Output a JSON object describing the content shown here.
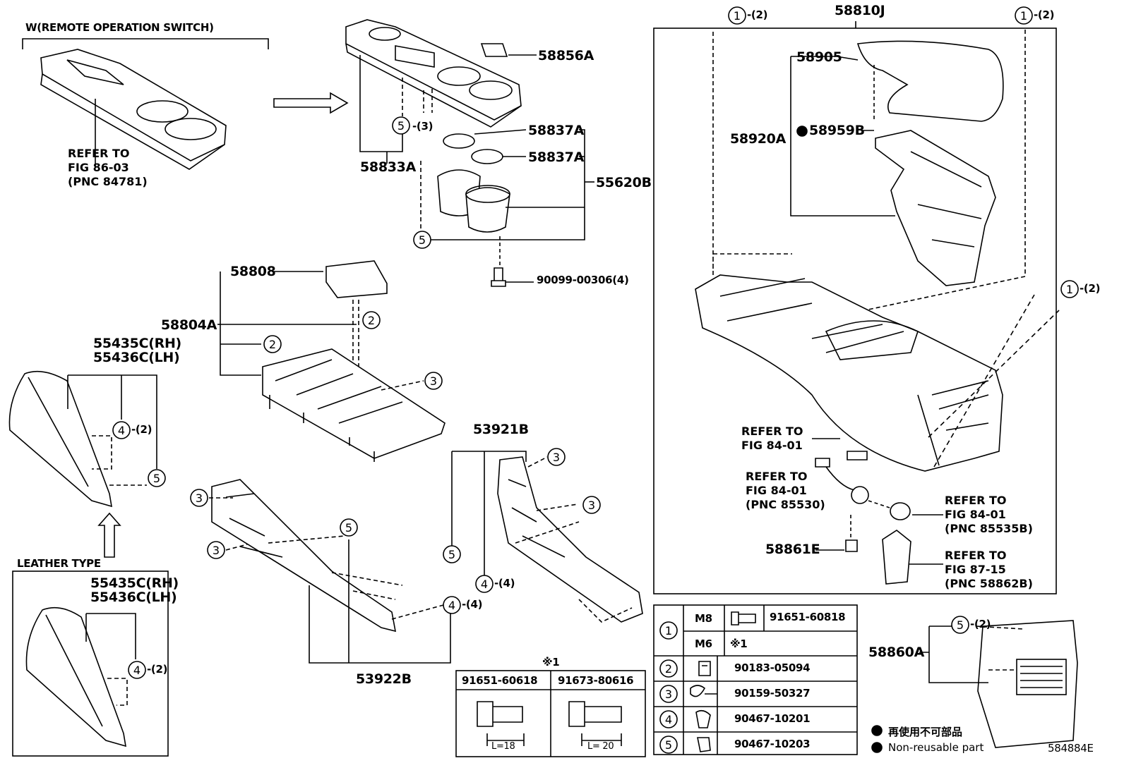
{
  "diagram": {
    "id": "584884E",
    "remote_switch_title": "W(REMOTE OPERATION SWITCH)",
    "leather_type_title": "LEATHER TYPE",
    "note_mark": "※1",
    "parts": {
      "p58856A": "58856A",
      "p58833A": "58833A",
      "p58837A_1": "58837A",
      "p58837A_2": "58837A",
      "p55620B": "55620B",
      "p90099": "90099-00306(4)",
      "p58808": "58808",
      "p58804A": "58804A",
      "p55435C": "55435C(RH)",
      "p55436C": "55436C(LH)",
      "p55435C_b": "55435C(RH)",
      "p55436C_b": "55436C(LH)",
      "p53921B": "53921B",
      "p53922B": "53922B",
      "p58810J": "58810J",
      "p58905": "58905",
      "p58920A": "58920A",
      "p58959B": "58959B",
      "p58861E": "58861E",
      "p58860A": "58860A"
    },
    "refs": {
      "r8603": "REFER TO\nFIG 86-03\n(PNC 84781)",
      "r8401a": "REFER TO\nFIG 84-01",
      "r8401b": "REFER TO\nFIG 84-01\n(PNC 85530)",
      "r8401c": "REFER TO\nFIG 84-01\n(PNC 85535B)",
      "r8715": "REFER TO\nFIG 87-15\n(PNC 58862B)"
    },
    "callout_counts": {
      "c2": "-(2)",
      "c3": "-(3)",
      "c4": "-(4)"
    },
    "fastener_table": [
      {
        "num": "1",
        "size": "M8",
        "part": "91651-60818"
      },
      {
        "num": "",
        "size": "M6",
        "part": "※1"
      },
      {
        "num": "2",
        "size": "",
        "part": "90183-05094"
      },
      {
        "num": "3",
        "size": "",
        "part": "90159-50327"
      },
      {
        "num": "4",
        "size": "",
        "part": "90467-10201"
      },
      {
        "num": "5",
        "size": "",
        "part": "90467-10203"
      }
    ],
    "note_table": {
      "mark": "※1",
      "col1": "91651-60618",
      "col2": "91673-80616",
      "len1": "L=18",
      "len2": "L= 20"
    },
    "legend": {
      "line1": "再使用不可部品",
      "line2": "Non-reusable part"
    }
  }
}
